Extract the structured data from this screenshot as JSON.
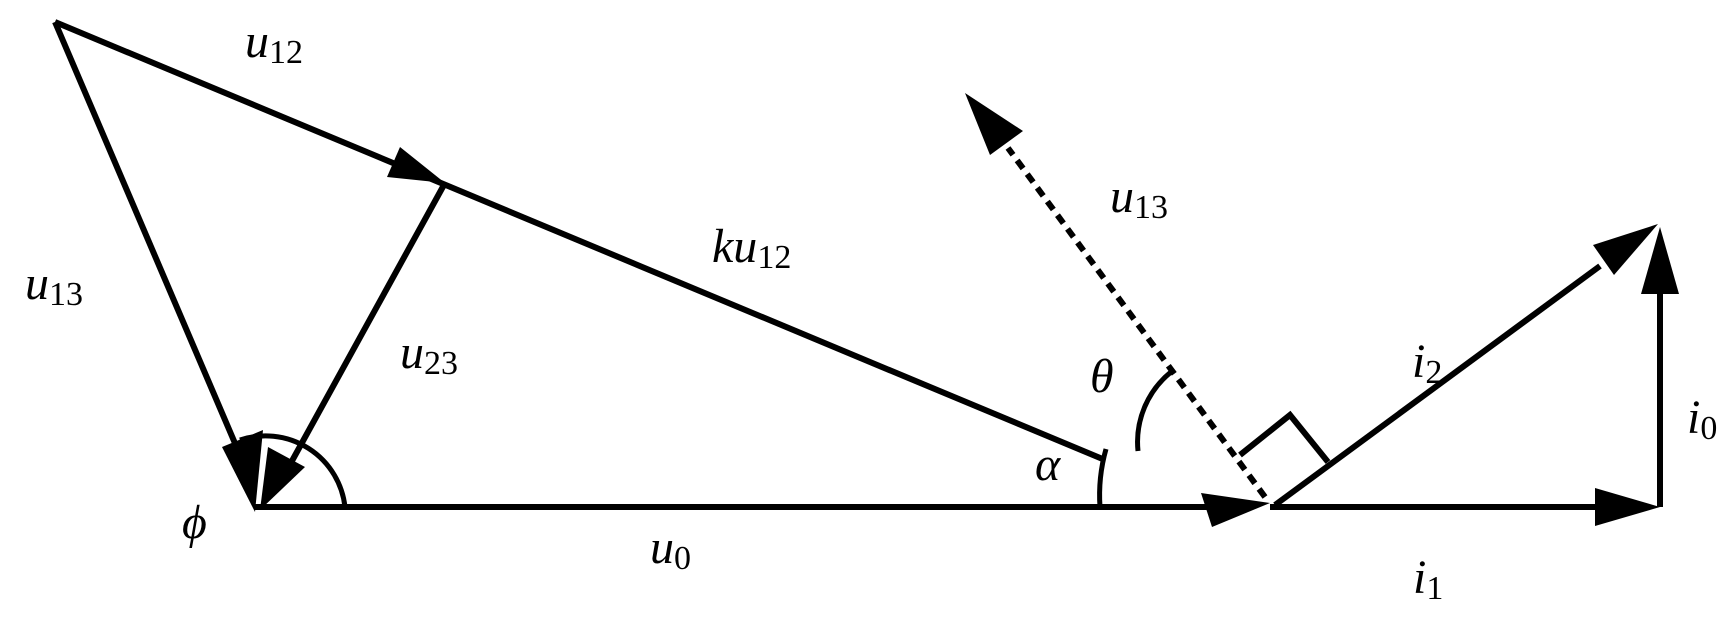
{
  "diagram": {
    "labels": {
      "u12_top": {
        "base": "u",
        "sub": "12"
      },
      "u13_left": {
        "base": "u",
        "sub": "13"
      },
      "u23": {
        "base": "u",
        "sub": "23"
      },
      "ku12": {
        "base": "ku",
        "sub": "12"
      },
      "u13_dashed": {
        "base": "u",
        "sub": "13"
      },
      "u0": {
        "base": "u",
        "sub": "0"
      },
      "i1": {
        "base": "i",
        "sub": "1"
      },
      "i2": {
        "base": "i",
        "sub": "2"
      },
      "i0": {
        "base": "i",
        "sub": "0"
      },
      "theta": "θ",
      "alpha": "α",
      "phi": "ϕ"
    },
    "colors": {
      "stroke": "#000000",
      "background": "#ffffff"
    }
  }
}
